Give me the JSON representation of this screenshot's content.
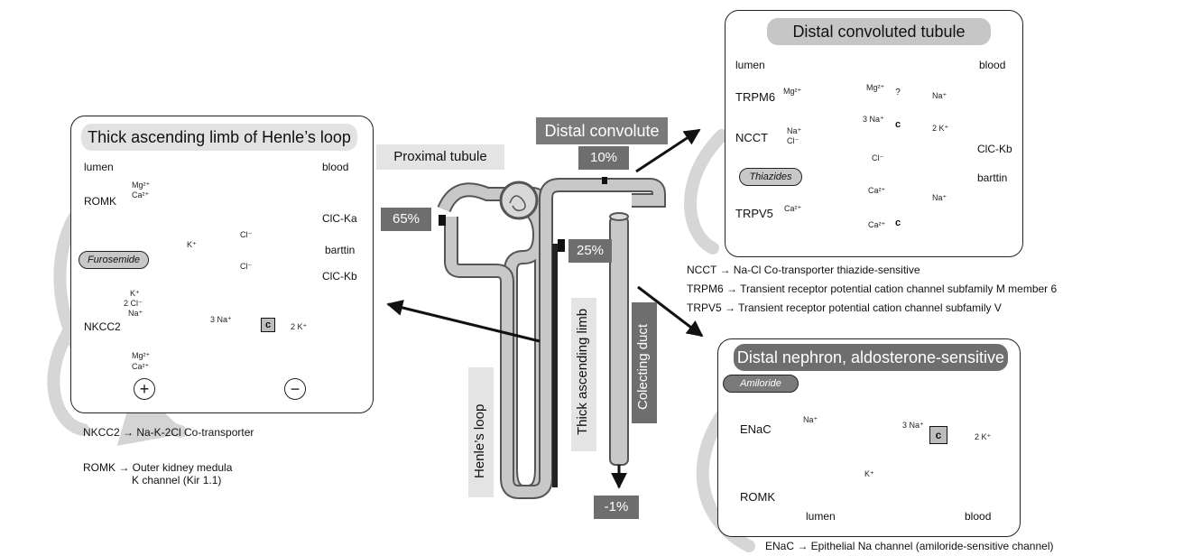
{
  "panels": {
    "tal": {
      "title": "Thick ascending limb of Henle’s loop",
      "lumen": "lumen",
      "blood": "blood",
      "mg": "Mg²⁺",
      "ca": "Ca²⁺",
      "mg2": "Mg²⁺",
      "ca2": "Ca²⁺",
      "romk": "ROMK",
      "nkcc2": "NKCC2",
      "drug": "Furosemide",
      "kplus": "K⁺",
      "cl1": "Cl⁻",
      "cl2": "Cl⁻",
      "nkcc_k": "K⁺",
      "nkcc_cl": "2 Cl⁻",
      "nkcc_na": "Na⁺",
      "na3": "3 Na⁺",
      "k2": "2 K⁺",
      "pump": "c",
      "clcka": "ClC-Ka",
      "barttin": "barttin",
      "clckb": "ClC-Kb",
      "plus": "+",
      "minus": "−"
    },
    "dct": {
      "title": "Distal convoluted tubule",
      "lumen": "lumen",
      "blood": "blood",
      "trpm6": "TRPM6",
      "ncct": "NCCT",
      "trpv5": "TRPV5",
      "drug": "Thiazides",
      "mg_in": "Mg²⁺",
      "mg_mid": "Mg²⁺",
      "q": "?",
      "na": "Na⁺",
      "ncct_na": "Na⁺",
      "ncct_cl": "Cl⁻",
      "na3": "3 Na⁺",
      "k2": "2 K⁺",
      "cl": "Cl⁻",
      "clckb": "ClC-Kb",
      "barttin": "barttin",
      "ca_in": "Ca²⁺",
      "ca_mid": "Ca²⁺",
      "na2": "Na⁺",
      "ca_low": "Ca²⁺",
      "pump": "c"
    },
    "dna": {
      "title": "Distal nephron, aldosterone-sensitive",
      "drug": "Amiloride",
      "enac": "ENaC",
      "romk": "ROMK",
      "lumen": "lumen",
      "blood": "blood",
      "na": "Na⁺",
      "na3": "3 Na⁺",
      "k2": "2 K⁺",
      "k": "K⁺",
      "pump": "c"
    }
  },
  "nephron": {
    "proximal": "Proximal tubule",
    "distal": "Distal convolute",
    "henle": "Henle’s loop",
    "thick": "Thick ascending limb",
    "collecting": "Colecting duct",
    "pct65": "65%",
    "pct25": "25%",
    "pct10": "10%",
    "pct_neg1": "-1%"
  },
  "legends": {
    "nkcc2": "NKCC2 → Na-K-2Cl Co-transporter",
    "romk1": "ROMK → Outer kidney medula",
    "romk2": "K channel (Kir 1.1)",
    "ncct": "NCCT → Na-Cl Co-transporter thiazide-sensitive",
    "trpm6": "TRPM6 → Transient receptor potential cation channel subfamily M member 6",
    "trpv5": "TRPV5 → Transient receptor potential cation channel subfamily V",
    "enac": "ENaC → Epithelial Na channel (amiloride-sensitive channel)"
  }
}
